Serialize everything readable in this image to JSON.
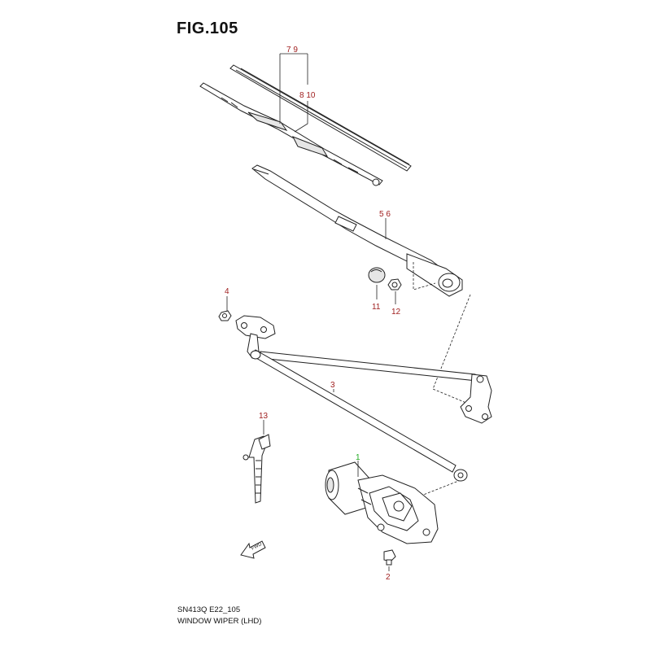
{
  "figure": {
    "title": "FIG.105"
  },
  "callouts": {
    "blade": "7 9",
    "blade_refill": "8 10",
    "arm": "5 6",
    "cap": "11",
    "nut": "12",
    "bolt_left": "4",
    "linkage": "3",
    "clip": "13",
    "motor": "1",
    "motor_bolt": "2"
  },
  "fwd_marker": {
    "label": "FWD"
  },
  "footer": {
    "code": "SN413Q E22_105",
    "description": "WINDOW WIPER (LHD)"
  },
  "colors": {
    "callout": "#a02020",
    "highlight": "#22aa22",
    "line": "#222222"
  }
}
